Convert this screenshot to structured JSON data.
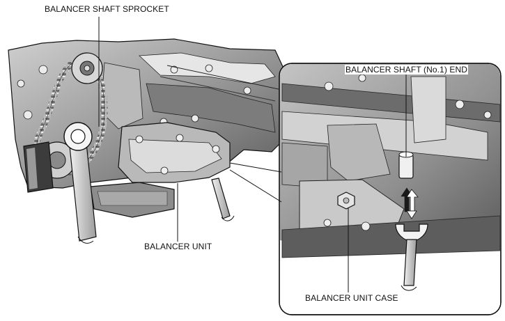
{
  "labels": {
    "sprocket": "BALANCER SHAFT SPROCKET",
    "shaft_end": "BALANCER SHAFT (No.1) END",
    "unit": "BALANCER UNIT",
    "unit_case": "BALANCER UNIT CASE"
  },
  "colors": {
    "line": "#111111",
    "body_light": "#d9d9d9",
    "body_mid": "#a8a8a8",
    "body_dark": "#4a4a4a",
    "highlight": "#f2f2f2"
  }
}
